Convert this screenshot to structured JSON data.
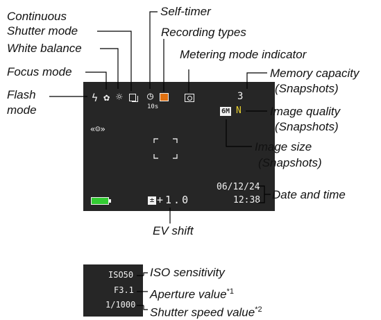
{
  "labels": {
    "continuous_1": "Continuous",
    "continuous_2": "Shutter mode",
    "white_balance": "White balance",
    "focus_mode": "Focus mode",
    "flash_1": "Flash",
    "flash_2": "mode",
    "self_timer": "Self-timer",
    "recording_types": "Recording types",
    "metering": "Metering mode indicator",
    "memory_1": "Memory capacity",
    "memory_2": "(Snapshots)",
    "quality_1": "Image quality",
    "quality_2": "(Snapshots)",
    "size_1": "Image size",
    "size_2": "(Snapshots)",
    "date_time": "Date and time",
    "ev_shift": "EV shift",
    "iso": "ISO sensitivity",
    "aperture": "Aperture value",
    "aperture_note": "*1",
    "shutter": "Shutter speed value",
    "shutter_note": "*2"
  },
  "screen": {
    "timer_value": "10s",
    "memory_count": "3",
    "image_size_badge": "6M",
    "image_quality_letter": "N",
    "date": "06/12/24",
    "time": "12:38",
    "ev_value": "+1.0",
    "battery_color": "#33cc33",
    "quality_color": "#e8d030",
    "record_color": "#e07010"
  },
  "small_screen": {
    "iso": "ISO50",
    "aperture": "F3.1",
    "shutter": "1/1000"
  }
}
